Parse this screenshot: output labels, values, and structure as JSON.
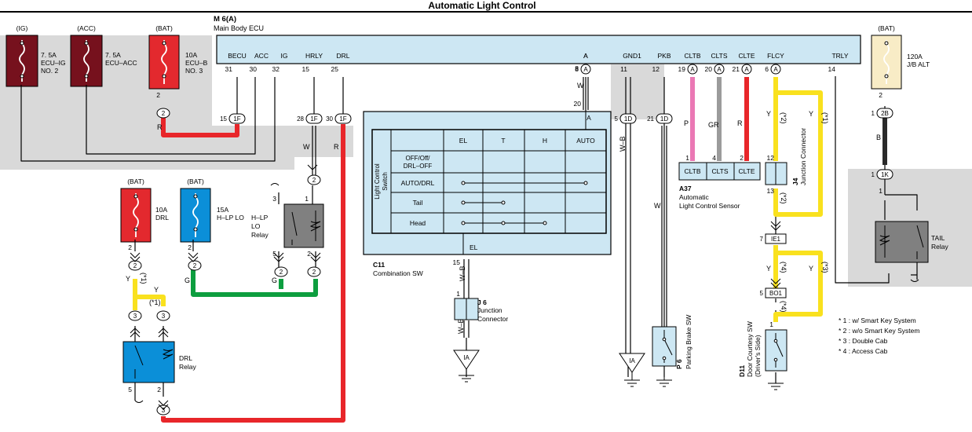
{
  "title": "Automatic Light Control",
  "ecu": {
    "code": "M 6(A)",
    "name": "Main Body ECU",
    "pins": [
      {
        "label": "BECU",
        "num": "31"
      },
      {
        "label": "ACC",
        "num": "30"
      },
      {
        "label": "IG",
        "num": "32"
      },
      {
        "label": "HRLY",
        "num": "15"
      },
      {
        "label": "DRL",
        "num": "25"
      },
      {
        "label": "A",
        "num": "8"
      },
      {
        "label": "GND1",
        "num": "11"
      },
      {
        "label": "PKB",
        "num": "12"
      },
      {
        "label": "CLTB",
        "num": "19"
      },
      {
        "label": "CLTS",
        "num": "20"
      },
      {
        "label": "CLTE",
        "num": "21"
      },
      {
        "label": "FLCY",
        "num": "6"
      },
      {
        "label": "TRLY",
        "num": "14"
      }
    ],
    "pin_connector_letter": "A"
  },
  "fuses": [
    {
      "source": "(IG)",
      "rating": "7. 5A",
      "name": "ECU–IG",
      "name2": "NO. 2"
    },
    {
      "source": "(ACC)",
      "rating": "7. 5A",
      "name": "ECU–ACC",
      "name2": ""
    },
    {
      "source": "(BAT)",
      "rating": "10A",
      "name": "ECU–B",
      "name2": "NO. 3"
    },
    {
      "source": "(BAT)",
      "rating": "10A",
      "name": "DRL",
      "name2": ""
    },
    {
      "source": "(BAT)",
      "rating": "15A",
      "name": "H–LP LO",
      "name2": ""
    },
    {
      "source": "(BAT)",
      "rating": "120A",
      "name": "J/B ALT",
      "name2": ""
    }
  ],
  "connectors": [
    {
      "pin": "15",
      "id": "1F"
    },
    {
      "pin": "28",
      "id": "1F"
    },
    {
      "pin": "30",
      "id": "1F"
    },
    {
      "pin": "5",
      "id": "1D"
    },
    {
      "pin": "21",
      "id": "1D"
    },
    {
      "pin": "1",
      "id": "2B"
    },
    {
      "pin": "1",
      "id": "1K"
    },
    {
      "pin": "7",
      "id": "IE1"
    },
    {
      "pin": "5",
      "id": "BO1"
    }
  ],
  "wire_colors": {
    "R": "R",
    "W": "W",
    "WB": "W–B",
    "P": "P",
    "GR": "GR",
    "Y": "Y",
    "G": "G",
    "B": "B"
  },
  "colors": {
    "panel": "#cde7f3",
    "fuse_red": "#e3292e",
    "fuse_darkred": "#76111d",
    "fuse_blue": "#0b8fd8",
    "fuse_tan": "#f8ecc6",
    "wire_red": "#e8262a",
    "wire_yellow": "#f9e11e",
    "wire_green": "#0d9e3f",
    "wire_pink": "#ea78b4",
    "wire_gray": "#9b9b9b",
    "wire_black": "#2a2a2a",
    "gray_area": "#d9d9d9"
  },
  "switch": {
    "code": "C11",
    "name": "Combination SW",
    "side_label_1": "Light Control",
    "side_label_2": "Switch",
    "cols": [
      "EL",
      "T",
      "H",
      "AUTO"
    ],
    "rows": [
      "OFF/Off/",
      "DRL–OFF",
      "AUTO/DRL",
      "Tail",
      "Head"
    ],
    "out_label": "EL",
    "out_pin": "15",
    "top_pin": "20",
    "top_label": "A",
    "pin_a": "A",
    "pin_a_num": "8"
  },
  "sensor": {
    "code": "A37",
    "name": "Automatic",
    "name2": "Light Control Sensor",
    "pins": [
      "CLTB",
      "CLTS",
      "CLTE"
    ],
    "nums": [
      "1",
      "4",
      "2"
    ]
  },
  "junction_j4": {
    "code": "J4",
    "name": "Junction Connector",
    "pin_top": "12",
    "pin_bottom": "13"
  },
  "junction_j6": {
    "code": "J 6",
    "name": "Junction",
    "name2": "Connector",
    "pin": "1"
  },
  "relays": {
    "hlp": {
      "name": "H–LP",
      "name2": "LO",
      "name3": "Relay",
      "pins": [
        "3",
        "1",
        "5",
        "2"
      ]
    },
    "drl": {
      "name": "DRL",
      "name2": "Relay",
      "pins": [
        "3",
        "3",
        "5",
        "2"
      ]
    },
    "tail": {
      "name": "TAIL",
      "name2": "Relay"
    }
  },
  "parking": {
    "code": "P 6",
    "name": "Parking Brake SW"
  },
  "door": {
    "code": "D11",
    "name": "Door Courtesy SW",
    "name2": "(Driver's Side)",
    "pin": "1"
  },
  "ground": "IA",
  "ref_nums": {
    "n2": "2",
    "n1": "1",
    "n3": "3",
    "n20": "20",
    "n8": "8",
    "n15": "15",
    "n5": "5",
    "n12": "12",
    "n13": "13",
    "n7": "7",
    "n4": "4"
  },
  "notes": [
    "* 1 : w/ Smart Key System",
    "* 2 : w/o Smart Key System",
    "* 3 : Double Cab",
    "* 4 : Access Cab"
  ],
  "note_marks": {
    "s1": "(*1)",
    "s2": "(*2)",
    "s3": "(*3)",
    "s4": "(*4)"
  }
}
